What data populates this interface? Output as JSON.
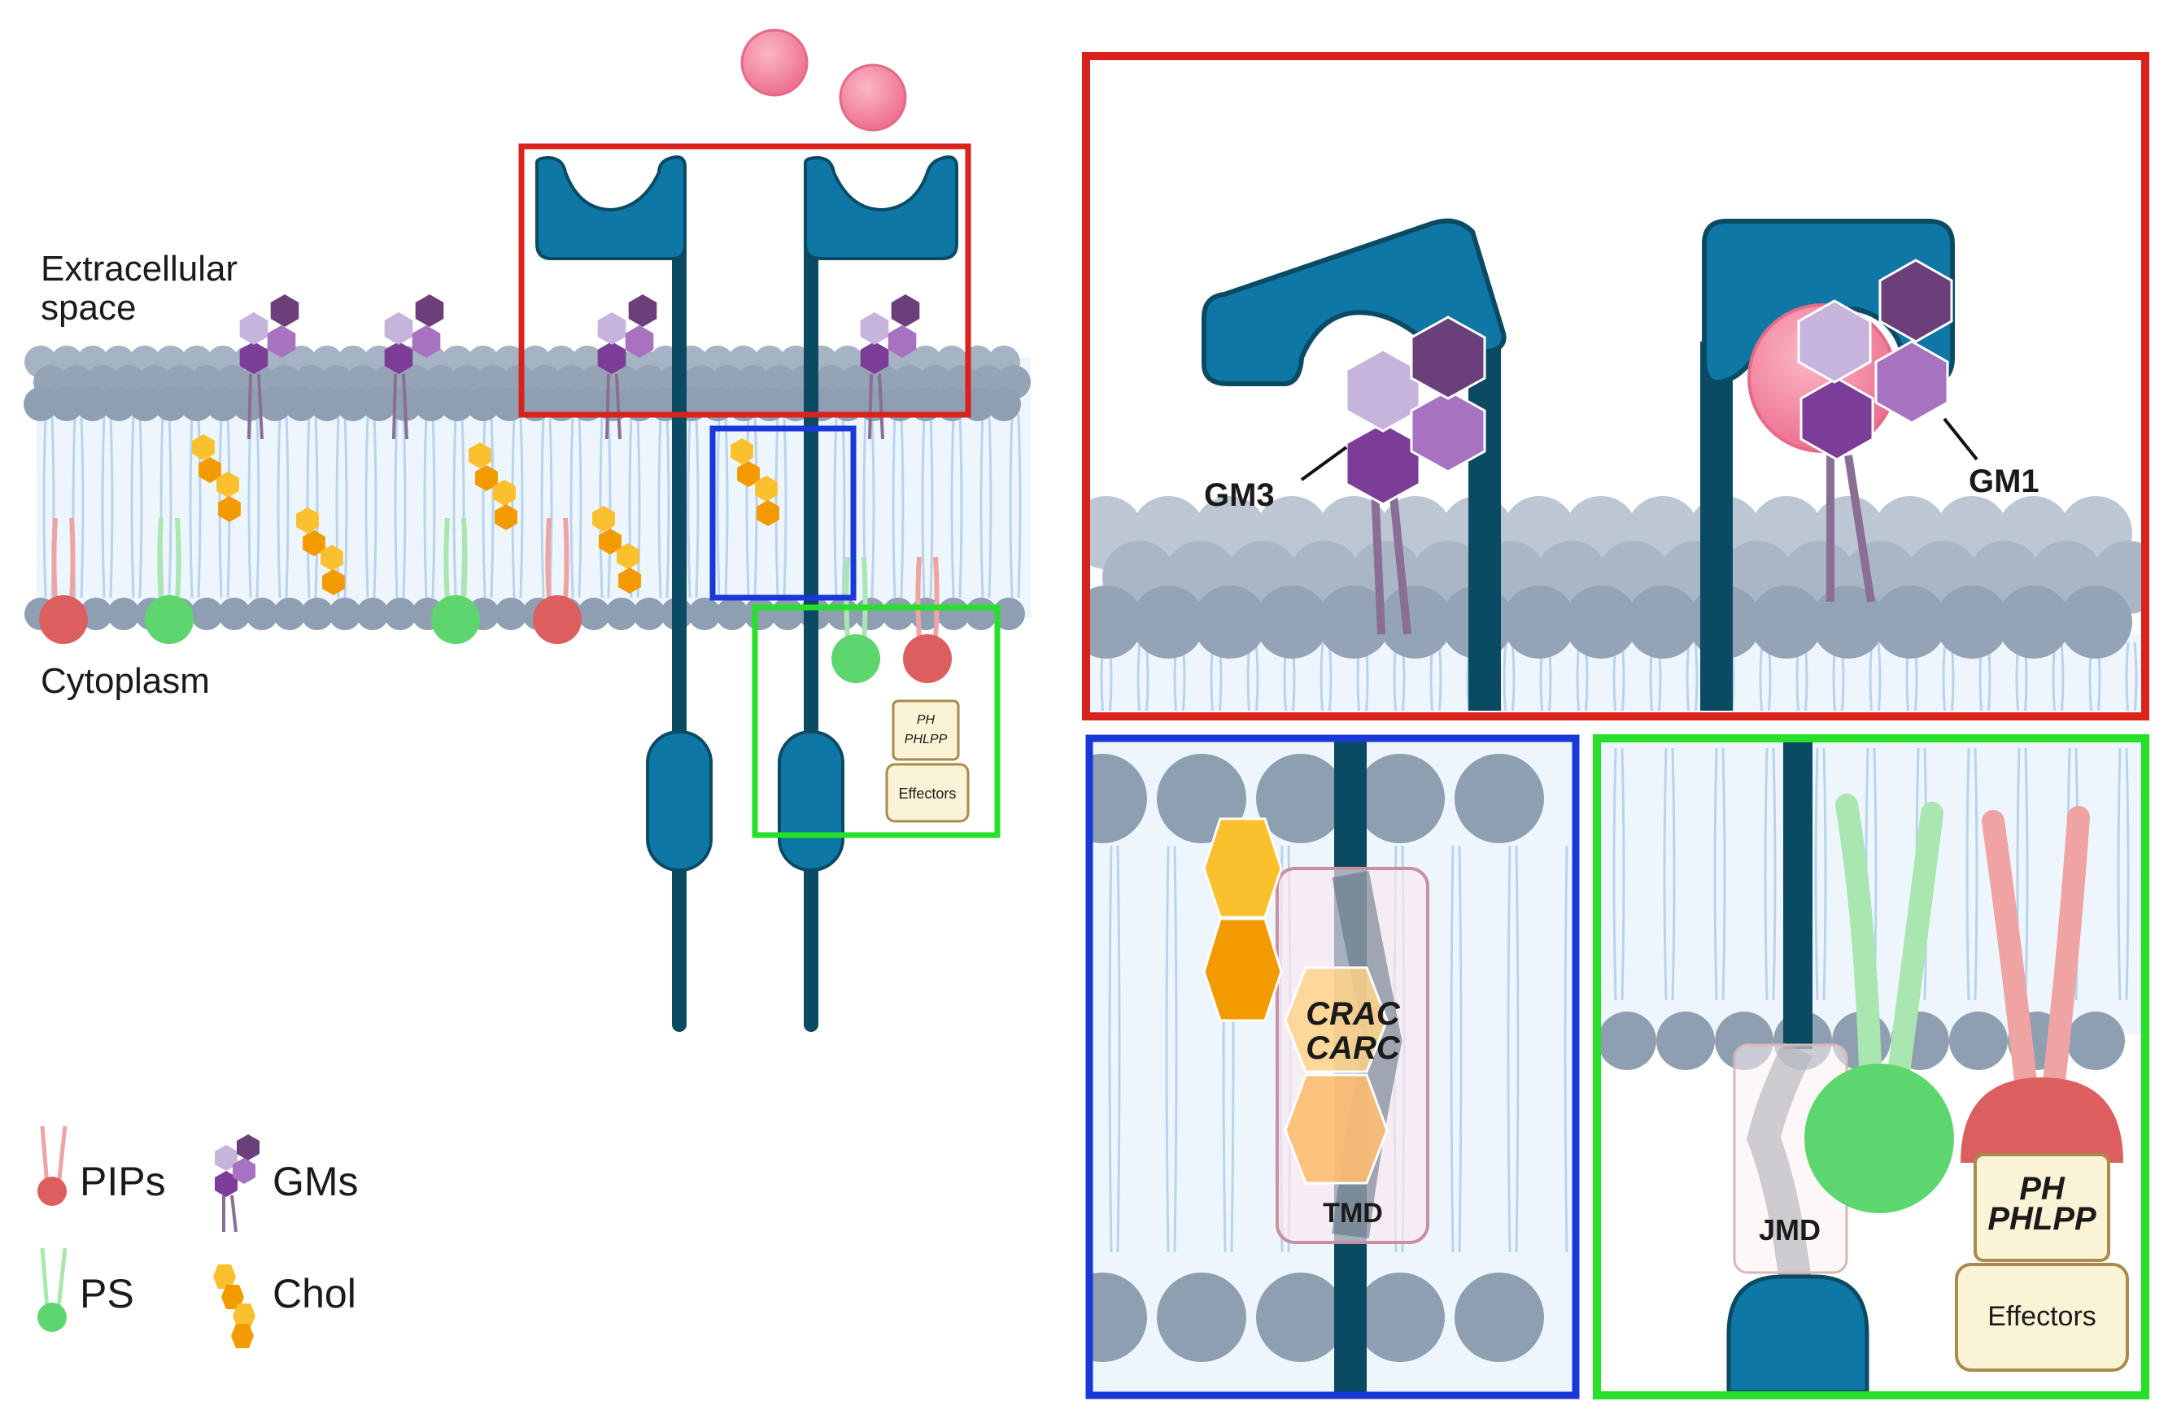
{
  "labels": {
    "extracellular_line1": "Extracellular",
    "extracellular_line2": "space",
    "cytoplasm": "Cytoplasm",
    "gm3": "GM3",
    "gm1": "GM1",
    "crac": "CRAC",
    "carc": "CARC",
    "tmd": "TMD",
    "jmd": "JMD",
    "ph": "PH",
    "phlpp": "PHLPP",
    "effectors": "Effectors"
  },
  "legend": [
    {
      "key": "pips",
      "label": "PIPs"
    },
    {
      "key": "gms",
      "label": "GMs"
    },
    {
      "key": "ps",
      "label": "PS"
    },
    {
      "key": "chol",
      "label": "Chol"
    }
  ],
  "colors": {
    "receptor": "#0e77a6",
    "receptor_dark": "#0b4a63",
    "pip": "#dd5e5e",
    "pip_tail": "#f0a3a3",
    "ps": "#5ed66e",
    "ps_tail": "#a9e6b0",
    "gm_dark": "#6b3f7a",
    "gm_mid": "#a773c1",
    "gm_light": "#c6b4dc",
    "gm_base": "#7b3d98",
    "chol_light": "#fbc02d",
    "chol_dark": "#f39a00",
    "ligand": "#f4849e",
    "lipid_head": "#8e9fb2",
    "membrane_core": "#eaf4fc",
    "box_red": "#d9221c",
    "box_blue": "#1a37d8",
    "box_green": "#27e02a"
  }
}
